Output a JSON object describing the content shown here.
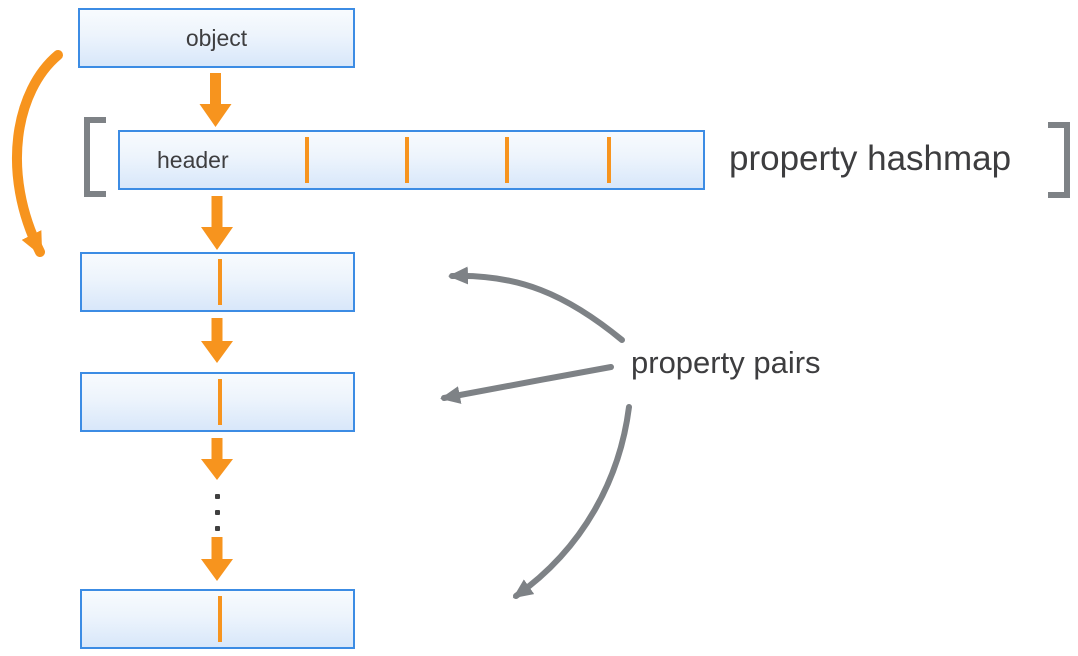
{
  "diagram": {
    "object_box_label": "object",
    "header_box_label": "header",
    "hashmap_caption": "property hashmap",
    "pairs_caption": "property pairs"
  },
  "structure": {
    "header_divider_count": 4,
    "property_pair_box_count": 3,
    "ellipsis_dot_count": 3,
    "flow": "object -> property hashmap header -> chain of property pair records"
  },
  "colors": {
    "accent_orange": "#F7941E",
    "box_border_blue": "#3C8CE4",
    "box_fill_top": "#F8FBFE",
    "box_fill_bottom": "#D8E7FA",
    "bracket_gray": "#7E8286",
    "arrow_gray": "#7E8286",
    "text_dark": "#3D3D3F",
    "ellipsis_dot_dark": "#404040"
  }
}
